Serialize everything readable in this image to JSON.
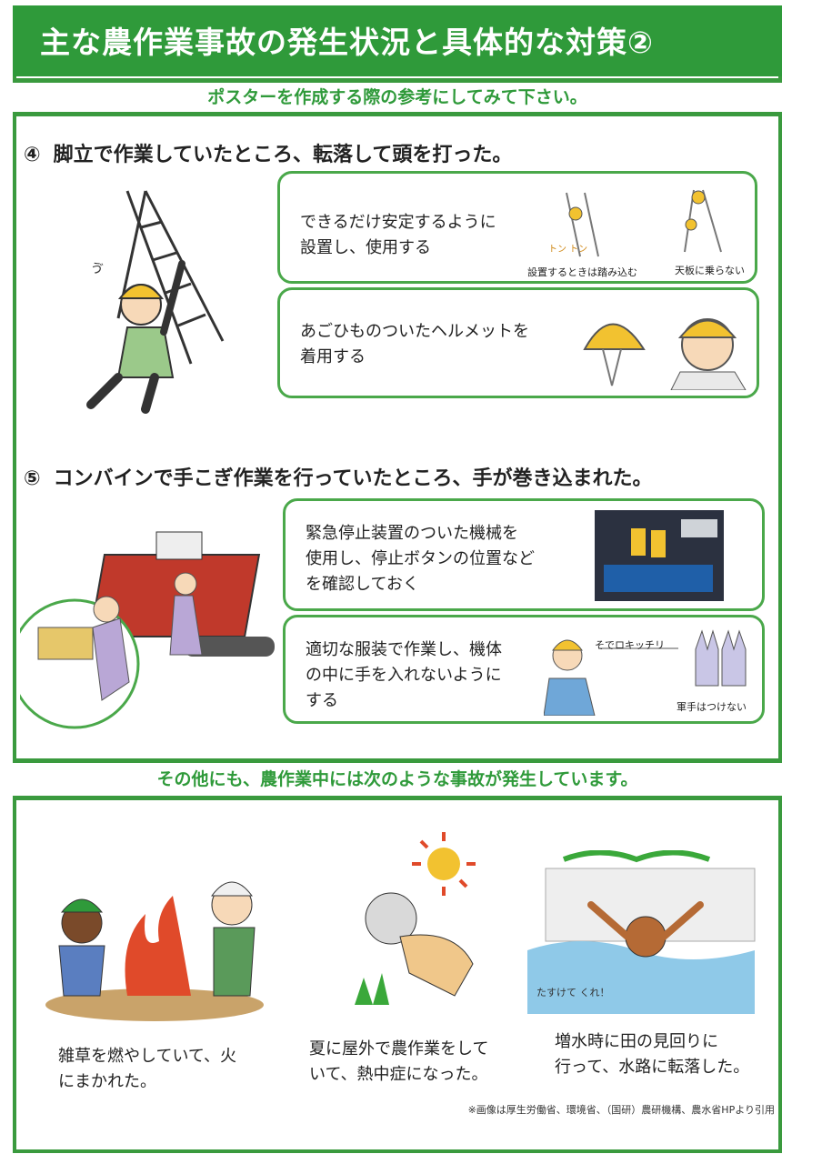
{
  "title": "主な農作業事故の発生状況と具体的な対策②",
  "poster_note": "ポスターを作成する際の参考にしてみて下さい。",
  "case4": {
    "number": "④",
    "heading": "脚立で作業していたところ、転落して頭を打った。",
    "tip1": {
      "line1": "できるだけ安定するように",
      "line2": "設置し、使用する",
      "caption_a": "設置するときは踏み込む",
      "caption_b": "天板に乗らない",
      "sfx": "トン トン"
    },
    "tip2": {
      "line1": "あごひものついたヘルメットを",
      "line2": "着用する"
    }
  },
  "case5": {
    "number": "⑤",
    "heading": "コンバインで手こぎ作業を行っていたところ、手が巻き込まれた。",
    "tip1": {
      "line1": "緊急停止装置のついた機械を",
      "line2": "使用し、停止ボタンの位置など",
      "line3": "を確認しておく"
    },
    "tip2": {
      "line1": "適切な服装で作業し、機体",
      "line2": "の中に手を入れないように",
      "line3": "する",
      "caption_sleeve": "そでロキッチリ",
      "caption_gloves": "軍手はつけない"
    }
  },
  "other_note": "その他にも、農作業中には次のような事故が発生しています。",
  "others": [
    {
      "line1": "雑草を燃やしていて、火",
      "line2": "にまかれた。"
    },
    {
      "line1": "夏に屋外で農作業をして",
      "line2": "いて、熱中症になった。"
    },
    {
      "line1": "増水時に田の見回りに",
      "line2": "行って、水路に転落した。",
      "sfx": "たすけて くれ！"
    }
  ],
  "credit": "※画像は厚生労働省、環境省、（国研）農研機構、農水省HPより引用",
  "colors": {
    "accent": "#2f9a3a",
    "border": "#4aa84a"
  }
}
